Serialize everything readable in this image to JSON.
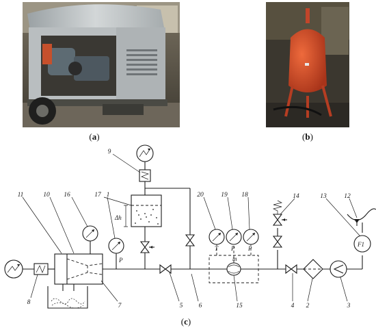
{
  "captions": {
    "a": "a",
    "b": "b",
    "c": "c"
  },
  "labels": {
    "n1": "1",
    "n2": "2",
    "n3": "3",
    "n4": "4",
    "n5": "5",
    "n6": "6",
    "n7": "7",
    "n8": "8",
    "n9": "9",
    "n10": "10",
    "n11": "11",
    "n12": "12",
    "n13": "13",
    "n14": "14",
    "n15": "15",
    "n16": "16",
    "n17": "17",
    "n18": "18",
    "n19": "19",
    "n20": "20"
  },
  "symbols": {
    "gauge_17": "P",
    "gauge_20": "T",
    "gauge_19": "P",
    "gauge_18": "P",
    "flowmeter": "m",
    "level_delta": "Δh",
    "flow_indicator": "F1"
  },
  "colors": {
    "photo_a_body": "#b9bec0",
    "photo_a_bg": "#5a5346",
    "photo_b_tank": "#d24a22",
    "photo_b_bg": "#3b372f",
    "line": "#1a1a1a"
  }
}
